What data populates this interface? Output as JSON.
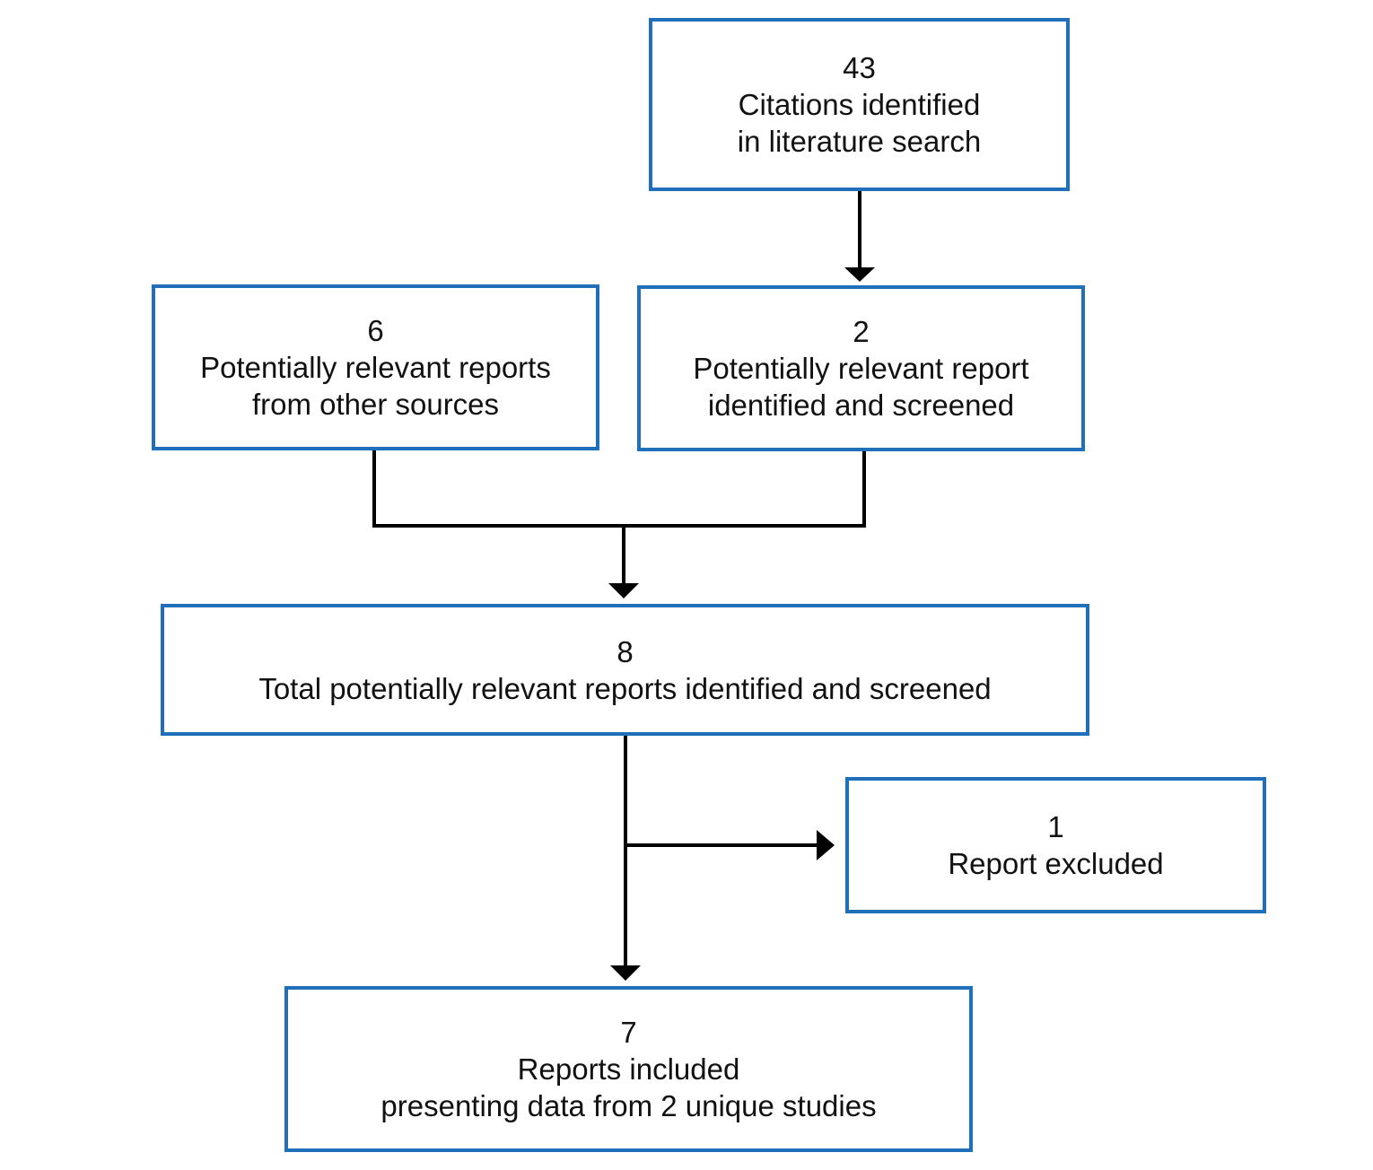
{
  "flowchart": {
    "citations": {
      "count": "43",
      "line1": "Citations identified",
      "line2": "in literature search"
    },
    "other_sources": {
      "count": "6",
      "line1": "Potentially relevant reports",
      "line2": "from other sources"
    },
    "screened": {
      "count": "2",
      "line1": "Potentially relevant report",
      "line2": "identified and screened"
    },
    "total": {
      "count": "8",
      "line1": "Total potentially relevant reports identified and screened"
    },
    "excluded": {
      "count": "1",
      "line1": "Report excluded"
    },
    "included": {
      "count": "7",
      "line1": "Reports included",
      "line2": "presenting data from 2 unique studies"
    }
  },
  "colors": {
    "box_border": "#1f6fba",
    "arrow": "#000000"
  }
}
